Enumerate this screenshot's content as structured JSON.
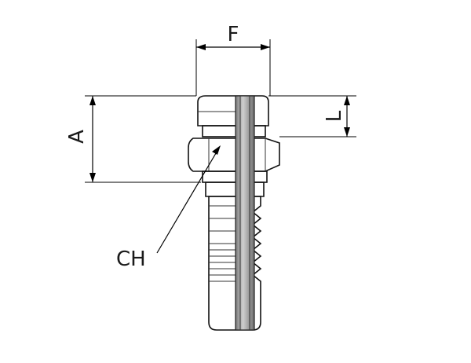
{
  "labels": {
    "f": "F",
    "a": "A",
    "l": "L",
    "ch": "CH"
  },
  "colors": {
    "line": "#000000",
    "metal_light": "#f2f2f2",
    "metal_mid": "#c8c8c8",
    "metal_dark": "#8a8a8a"
  }
}
